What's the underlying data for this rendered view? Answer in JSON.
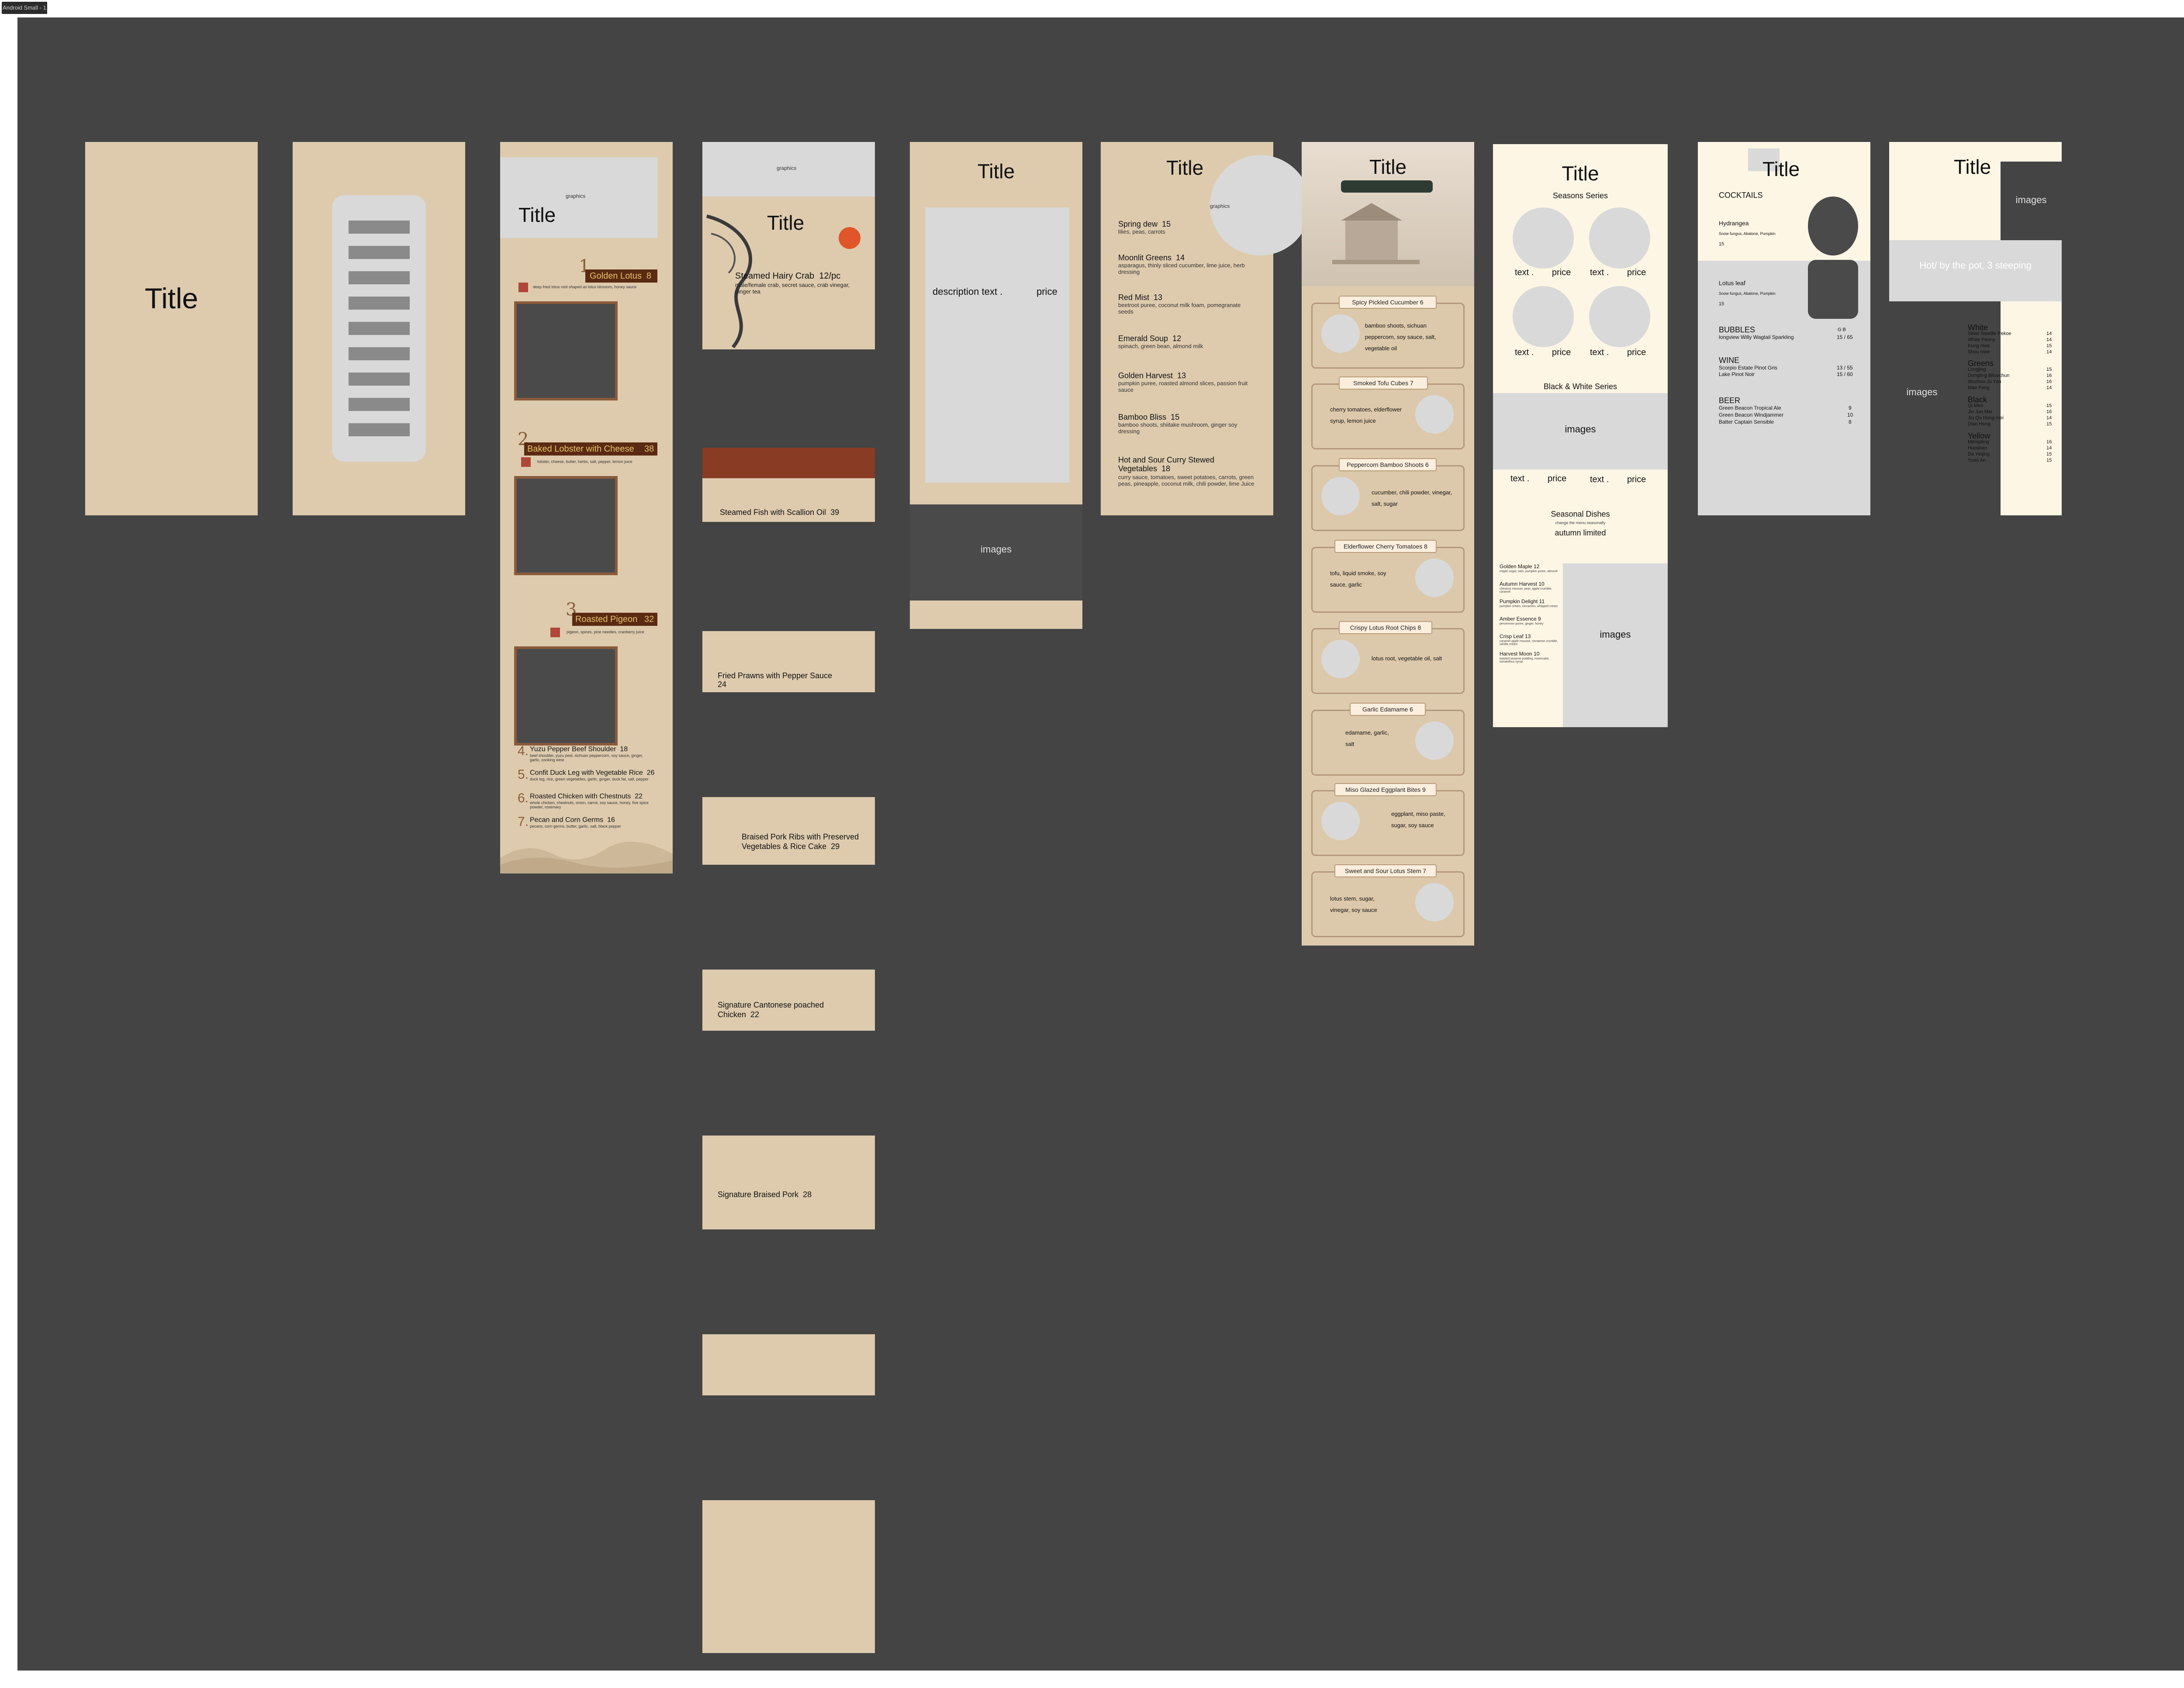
{
  "frame_tag": "Android Small - 1",
  "frames": {
    "f1": {
      "title": "Title"
    },
    "f3": {
      "graphics": "graphics",
      "title": "Title",
      "items": [
        {
          "num": "1",
          "name": "Golden Lotus",
          "price": "8",
          "desc": "deep fried lotus root shaped as lotus blossom, honey sauce"
        },
        {
          "num": "2",
          "name": "Baked Lobster with Cheese",
          "price": "38",
          "desc": "lobster, cheese, butter, herbs, salt, pepper, lemon juice"
        },
        {
          "num": "3",
          "name": "Roasted Pigeon",
          "price": "32",
          "desc": "pigeon, spices, pine needles, cranberry juice"
        }
      ],
      "more": [
        {
          "num": "4.",
          "name": "Yuzu Pepper Beef Shoulder",
          "price": "18",
          "desc": "beef shoulder, yuzu peel, sichuan peppercorn, soy sauce, ginger, garlic, cooking wine"
        },
        {
          "num": "5.",
          "name": "Confit Duck Leg with Vegetable Rice",
          "price": "26",
          "desc": "duck leg, rice, green vegetables, garlic, ginger, duck fat, salt, pepper"
        },
        {
          "num": "6.",
          "name": "Roasted Chicken with Chestnuts",
          "price": "22",
          "desc": "whole chicken, chestnuts, onion, carrot, soy sauce, honey, five spice powder, rosemary"
        },
        {
          "num": "7.",
          "name": "Pecan and Corn Germs",
          "price": "16",
          "desc": "pecans, corn germs, butter, garlic, salt, black pepper"
        }
      ]
    },
    "f4": {
      "graphics": "graphics",
      "title": "Title",
      "first_name": "Steamed Hairy Crab",
      "first_price": "12/pc",
      "first_desc": "male/female crab, secret sauce, crab vinegar, ginger tea",
      "sections": [
        {
          "name": "Steamed Fish with Scallion Oil",
          "price": "39"
        },
        {
          "name": "Fried Prawns with Pepper Sauce",
          "price": "24"
        },
        {
          "name": "Braised Pork Ribs with Preserved Vegetables & Rice Cake",
          "price": "29"
        },
        {
          "name": "Signature Cantonese poached Chicken",
          "price": "22"
        },
        {
          "name": "Signature Braised Pork",
          "price": "28"
        }
      ]
    },
    "f5": {
      "title": "Title",
      "desc": "description text .",
      "price": "price",
      "images": "images"
    },
    "f6": {
      "title": "Title",
      "graphics": "graphics",
      "items": [
        {
          "name": "Spring dew",
          "price": "15",
          "desc": "lilies, peas, carrots"
        },
        {
          "name": "Moonlit Greens",
          "price": "14",
          "desc": "asparagus, thinly sliced cucumber, lime juice, herb dressing"
        },
        {
          "name": "Red Mist",
          "price": "13",
          "desc": "beetroot puree, coconut milk foam, pomegranate seeds"
        },
        {
          "name": "Emerald Soup",
          "price": "12",
          "desc": "spinach, green bean, almond milk"
        },
        {
          "name": "Golden Harvest",
          "price": "13",
          "desc": "pumpkin puree, roasted almond slices, passion fruit sauce"
        },
        {
          "name": "Bamboo Bliss",
          "price": "15",
          "desc": "bamboo shoots, shiitake mushroom, ginger soy dressing"
        },
        {
          "name": "Hot and Sour Curry Stewed Vegetables",
          "price": "18",
          "desc": "curry sauce, tomatoes, sweet potatoes, carrots, green peas, pineapple, coconut milk, chili powder, lime Juice"
        }
      ]
    },
    "f7": {
      "title": "Title",
      "items": [
        {
          "label": "Spicy Pickled Cucumber 6",
          "desc": "bamboo shoots, sichuan peppercorn, soy sauce, salt, vegetable oil"
        },
        {
          "label": "Smoked Tofu Cubes 7",
          "desc": "cherry tomatoes, elderflower syrup, lemon juice"
        },
        {
          "label": "Peppercorn Bamboo Shoots 6",
          "desc": "cucumber, chili powder, vinegar, salt, sugar"
        },
        {
          "label": "Elderflower Cherry Tomatoes 8",
          "desc": "tofu, liquid smoke, soy sauce, garlic"
        },
        {
          "label": "Crispy Lotus Root Chips 8",
          "desc": "lotus root, vegetable oil, salt"
        },
        {
          "label": "Garlic Edamame 6",
          "desc": "edamame, garlic, salt"
        },
        {
          "label": "Miso Glazed Eggplant Bites 9",
          "desc": "eggplant, miso paste, sugar, soy sauce"
        },
        {
          "label": "Sweet and Sour Lotus Stem 7",
          "desc": "lotus stem, sugar, vinegar, soy sauce"
        }
      ]
    },
    "f8": {
      "title": "Title",
      "seasons": "Seasons Series",
      "text": "text .",
      "price": "price",
      "bw": "Black & White Series",
      "images": "images",
      "seasonal": "Seasonal  Dishes",
      "seasonal_note": "change the menu seasonally",
      "autumn": "autumn limited",
      "list": [
        {
          "name": "Golden Maple 12",
          "desc": "maple sugar, oats, pumpkin puree, almond"
        },
        {
          "name": "Autumn Harvest 10",
          "desc": "chestnut mousse, pear, apple crumble, caramel"
        },
        {
          "name": "Pumpkin Delight 11",
          "desc": "pumpkin cream, cinnamon, whipped cream"
        },
        {
          "name": "Amber Essence 9",
          "desc": "persimmon puree, ginger, honey"
        },
        {
          "name": "Crisp Leaf 13",
          "desc": "caramel apple mousse, cinnamon crumble, vanilla cream"
        },
        {
          "name": "Harvest Moon 10",
          "desc": "toasted sesame pudding, mooncake, osmanthus syrup"
        }
      ]
    },
    "f9": {
      "title": "Title",
      "cocktails": "COCKTAILS",
      "hydrangea": "Hydrangea",
      "hydrangea_desc": "Snow fungus, Abalone, Pumpkin",
      "hydrangea_price": "15",
      "lotus": "Lotus leaf",
      "lotus_desc": "Snow fungus, Abalone, Pumpkin",
      "lotus_price": "15",
      "bubbles": "BUBBLES",
      "bubbles_hdr": "G     B",
      "bubbles_item": "longview Willy Wagtail Sparkling",
      "bubbles_price": "15 / 65",
      "wine": "WINE",
      "wine_items": [
        {
          "name": "Scorpio Estate Pinot Gris",
          "price": "13 / 55"
        },
        {
          "name": "Lake Pinot Noir",
          "price": "15 / 60"
        }
      ],
      "beer": "BEER",
      "beer_items": [
        {
          "name": "Green Beacon Tropical Ale",
          "price": "9"
        },
        {
          "name": "Green Beacon Windjammer",
          "price": "10"
        },
        {
          "name": "Batter Captain Sensible",
          "price": "8"
        }
      ]
    },
    "f10": {
      "title": "Title",
      "images_top": "images",
      "banner": "Hot/ by the pot, 3 steeping",
      "images_side": "images",
      "groups": [
        {
          "name": "White",
          "items": [
            {
              "n": "Silver Needle Pekoe",
              "p": "14"
            },
            {
              "n": "White Peony",
              "p": "14"
            },
            {
              "n": "Kung mee",
              "p": "15"
            },
            {
              "n": "Shou mee",
              "p": "14"
            }
          ]
        },
        {
          "name": "Greens",
          "items": [
            {
              "n": "Longjing",
              "p": "15"
            },
            {
              "n": "Dongting Biluochun",
              "p": "16"
            },
            {
              "n": "Wuzhou Ju Yan",
              "p": "16"
            },
            {
              "n": "Mao Feng",
              "p": "14"
            }
          ]
        },
        {
          "name": "Black",
          "items": [
            {
              "n": "Qi Men",
              "p": "15"
            },
            {
              "n": "Jin Jun Mei",
              "p": "16"
            },
            {
              "n": "Jiu Qu Hong mei",
              "p": "14"
            },
            {
              "n": "Dian Hong",
              "p": "15"
            }
          ]
        },
        {
          "name": "Yellow",
          "items": [
            {
              "n": "Mengding",
              "p": "16"
            },
            {
              "n": "Huoshan",
              "p": "14"
            },
            {
              "n": "Da Yeqing",
              "p": "15"
            },
            {
              "n": "Yuan An",
              "p": "15"
            }
          ]
        }
      ]
    }
  }
}
